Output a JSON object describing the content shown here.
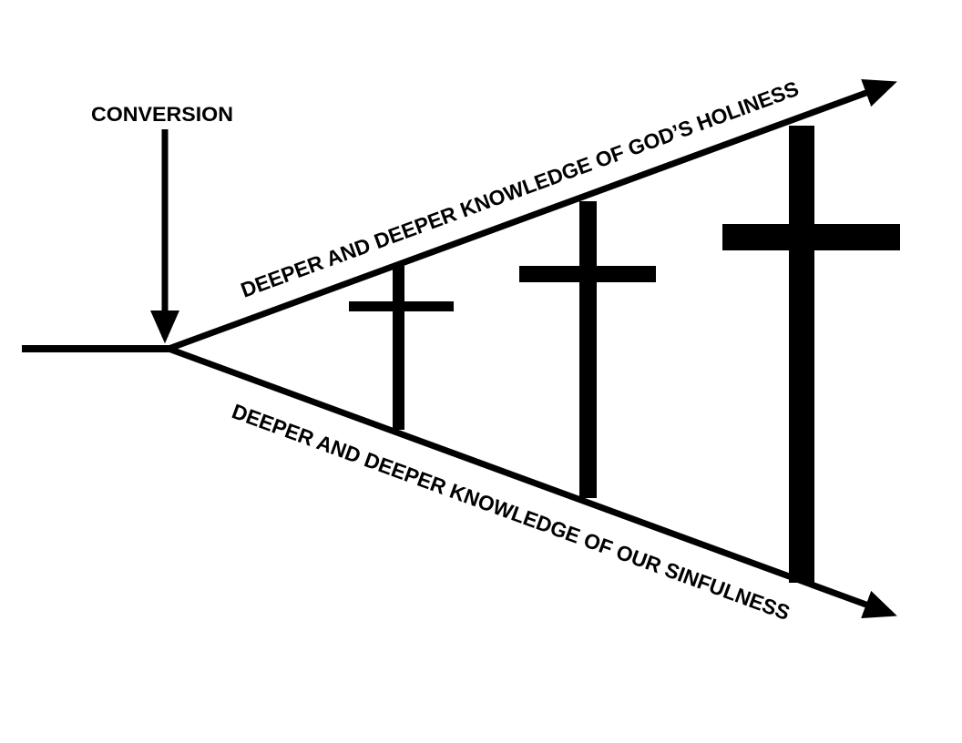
{
  "diagram": {
    "background_color": "#ffffff",
    "ink_color": "#000000",
    "conversion_label": "CONVERSION",
    "upper_axis_label": "DEEPER AND DEEPER KNOWLEDGE OF GOD’S HOLINESS",
    "lower_axis_label": "DEEPER AND DEEPER KNOWLEDGE OF OUR SINFULNESS",
    "icons": [
      {
        "name": "conversion-down-arrow-icon",
        "glyph": "↓"
      },
      {
        "name": "upper-axis-arrow-icon",
        "glyph": "↗"
      },
      {
        "name": "lower-axis-arrow-icon",
        "glyph": "↘"
      },
      {
        "name": "small-cross-icon",
        "glyph": "✝"
      },
      {
        "name": "medium-cross-icon",
        "glyph": "✝"
      },
      {
        "name": "large-cross-icon",
        "glyph": "✝"
      }
    ]
  }
}
